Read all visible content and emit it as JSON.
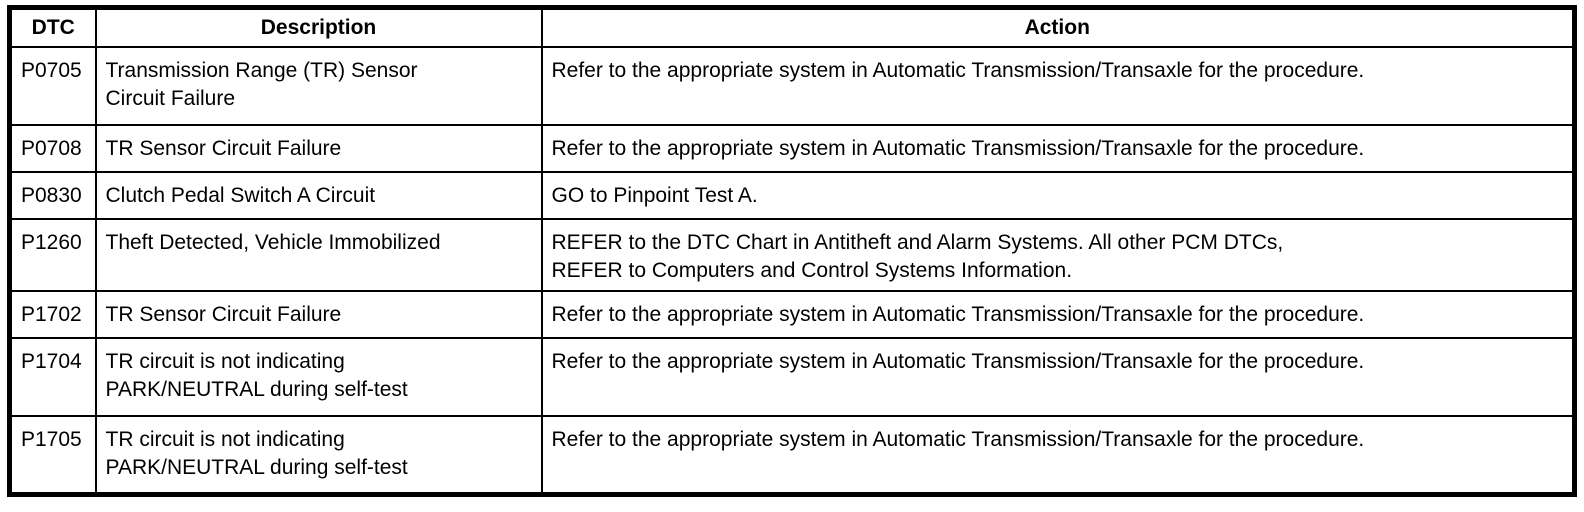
{
  "table": {
    "columns": [
      {
        "label": "DTC"
      },
      {
        "label": "Description"
      },
      {
        "label": "Action"
      }
    ],
    "rows": [
      {
        "dtc": "P0705",
        "description": "Transmission Range (TR) Sensor\nCircuit Failure",
        "action": "Refer to the appropriate system in Automatic Transmission/Transaxle for the procedure."
      },
      {
        "dtc": "P0708",
        "description": "TR Sensor Circuit Failure",
        "action": "Refer to the appropriate system in Automatic Transmission/Transaxle for the procedure."
      },
      {
        "dtc": "P0830",
        "description": "Clutch Pedal Switch A Circuit",
        "action": "GO to Pinpoint Test A."
      },
      {
        "dtc": "P1260",
        "description": "Theft Detected, Vehicle Immobilized",
        "action": "REFER to the DTC Chart in Antitheft and Alarm Systems. All other PCM DTCs,\nREFER to Computers and Control Systems Information."
      },
      {
        "dtc": "P1702",
        "description": "TR Sensor Circuit Failure",
        "action": "Refer to the appropriate system in Automatic Transmission/Transaxle for the procedure."
      },
      {
        "dtc": "P1704",
        "description": "TR circuit is not indicating\nPARK/NEUTRAL during self-test",
        "action": "Refer to the appropriate system in Automatic Transmission/Transaxle for the procedure."
      },
      {
        "dtc": "P1705",
        "description": "TR circuit is not indicating\nPARK/NEUTRAL during self-test",
        "action": "Refer to the appropriate system in Automatic Transmission/Transaxle for the procedure."
      }
    ],
    "colors": {
      "border": "#000000",
      "text": "#000000",
      "background": "#ffffff"
    }
  }
}
